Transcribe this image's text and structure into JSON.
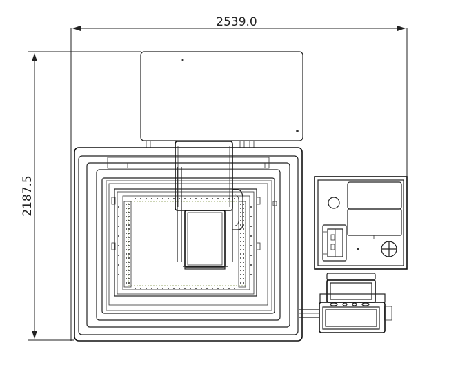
{
  "dimensions": {
    "width_label": "2539.0",
    "height_label": "2187.5"
  },
  "colors": {
    "line": "#222222",
    "inner_dashed": "#9aa86a"
  },
  "parts": {
    "top_housing": "top-housing",
    "gantry": "gantry",
    "spindle_head": "spindle-head",
    "outer_frame": "machine-outer-frame",
    "work_table": "work-table",
    "control_cabinet": "control-cabinet",
    "control_box": "control-box"
  }
}
